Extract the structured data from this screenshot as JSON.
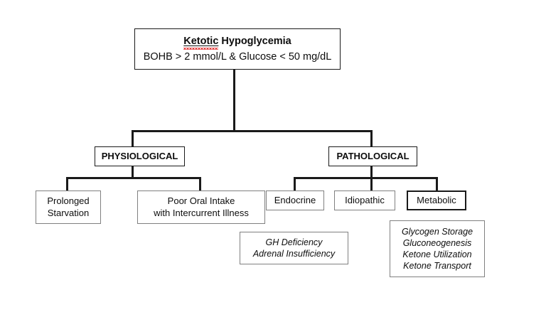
{
  "diagram": {
    "title": "Ketotic Hypoglycemia diagnostic flowchart",
    "root": {
      "line1_emphasis": "Ketotic",
      "line1_rest": " Hypoglycemia",
      "line2": "BOHB > 2 mmol/L &  Glucose < 50 mg/dL"
    },
    "branches": {
      "physiological": "PHYSIOLOGICAL",
      "pathological": "PATHOLOGICAL"
    },
    "physiological_children": {
      "starvation_line1": "Prolonged",
      "starvation_line2": "Starvation",
      "poor_intake_line1": "Poor Oral Intake",
      "poor_intake_line2": "with Intercurrent Illness"
    },
    "pathological_children": {
      "endocrine": "Endocrine",
      "idiopathic": "Idiopathic",
      "metabolic": "Metabolic"
    },
    "endocrine_details": [
      "GH Deficiency",
      "Adrenal Insufficiency"
    ],
    "metabolic_details": [
      "Glycogen Storage",
      "Gluconeogenesis",
      "Ketone Utilization",
      "Ketone Transport"
    ],
    "colors": {
      "background": "#ffffff",
      "box_border": "#808080",
      "box_border_dark": "#1a1a1a",
      "connector": "#1a1a1a",
      "text": "#0d0d0d",
      "spellcheck_underline": "#e03030"
    }
  }
}
